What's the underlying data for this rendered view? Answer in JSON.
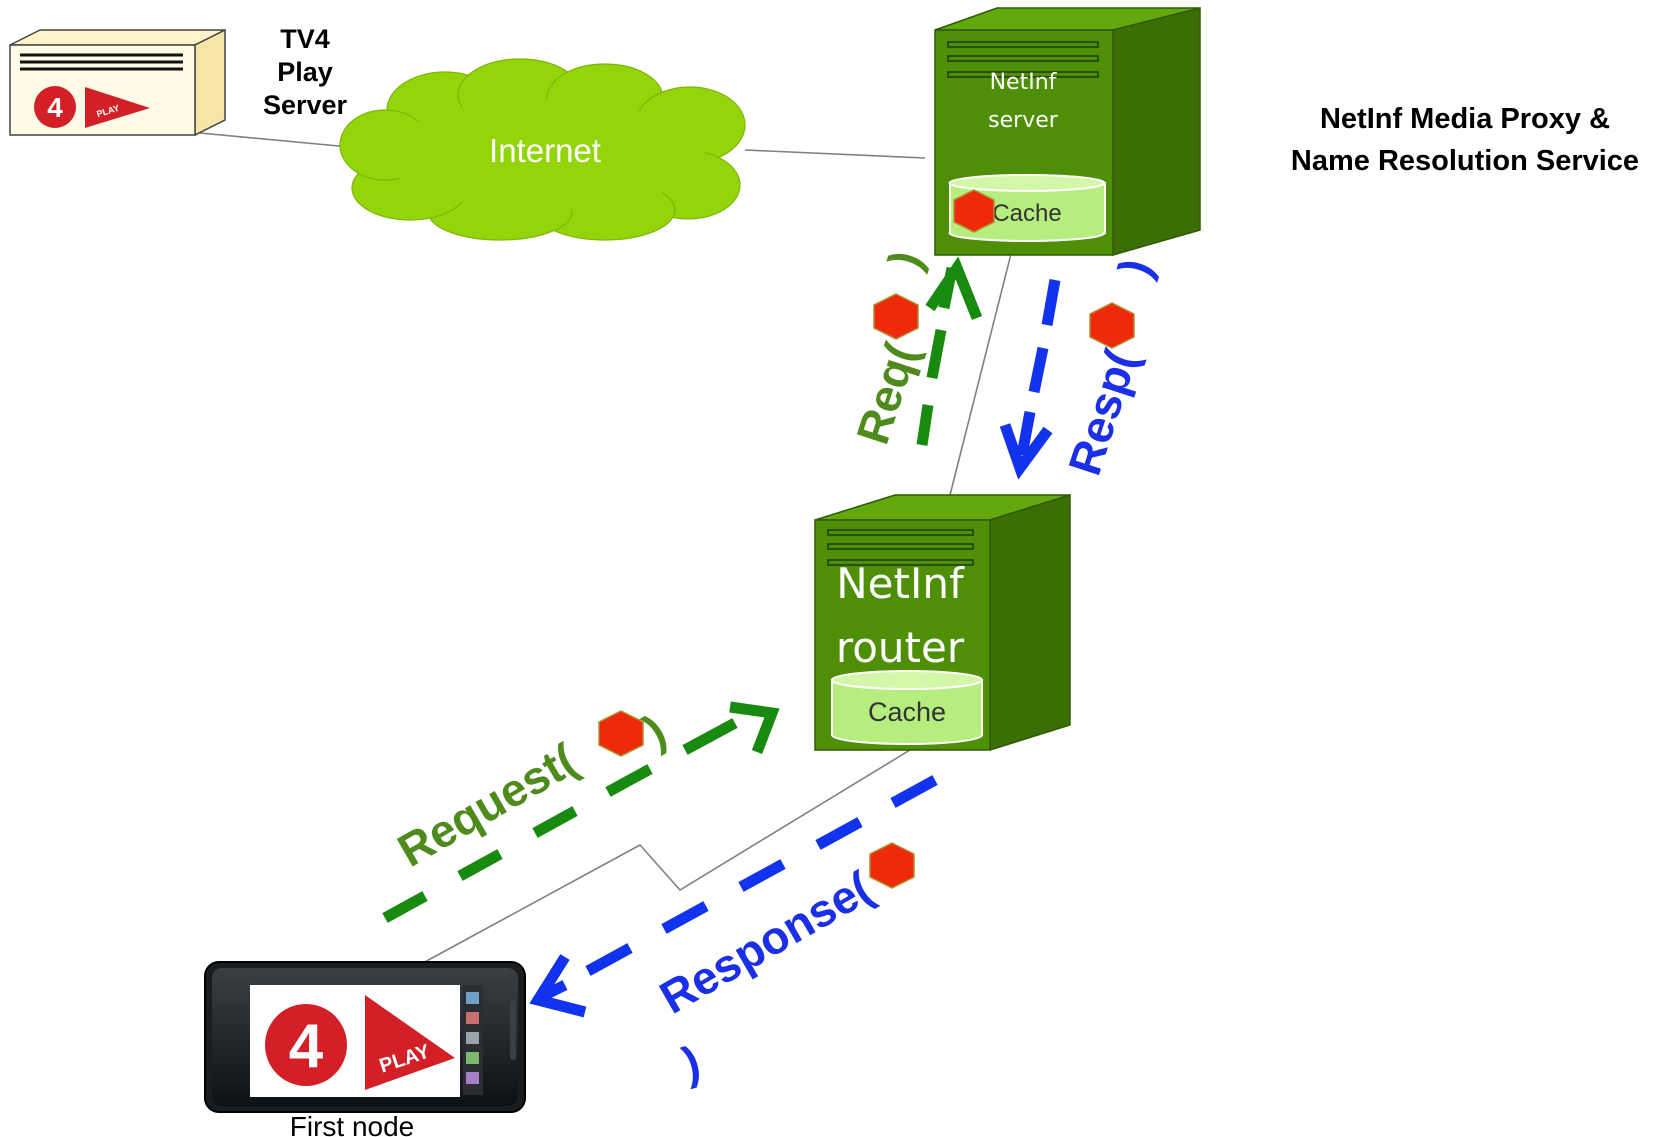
{
  "colors": {
    "server_front": "#4e8f07",
    "server_side": "#3b6e04",
    "server_top": "#62a80e",
    "cache_fill": "#b5ee7e",
    "cloud_fill": "#93d40a",
    "request_arrow": "#188a10",
    "response_arrow": "#1133ee",
    "request_text": "#4f8b1c",
    "response_text": "#1a2fe6",
    "hexagon_fill": "#ee2a0a",
    "logo_red": "#d32027",
    "line_gray": "#808080"
  },
  "labels": {
    "tv4_line1": "TV4",
    "tv4_line2": "Play",
    "tv4_line3": "Server",
    "internet": "Internet",
    "netinf_server_line1": "NetInf",
    "netinf_server_line2": "server",
    "cache": "Cache",
    "proxy_line1": "NetInf Media Proxy &",
    "proxy_line2": "Name Resolution Service",
    "netinf_router_line1": "NetInf",
    "netinf_router_line2": "router",
    "router_cache": "Cache",
    "req": "Req(",
    "req_close": ")",
    "resp": "Resp(",
    "resp_close": ")",
    "request": "Request(",
    "request_close": ")",
    "response": "Response(",
    "response_close": ")",
    "first_node": "First node",
    "logo_number": "4",
    "logo_play": "PLAY"
  },
  "icons": {
    "content_object": "red-hexagon-icon",
    "tv4_logo": "tv4-play-logo-icon",
    "phone": "smartphone-icon",
    "cloud": "cloud-icon"
  }
}
